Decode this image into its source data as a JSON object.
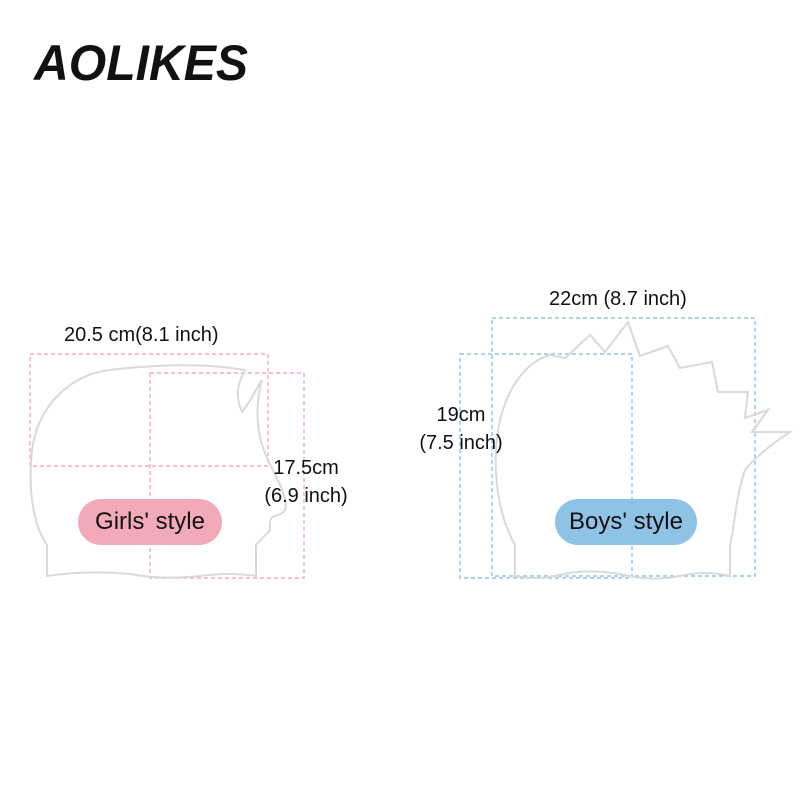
{
  "brand": {
    "logo_text": "AOLIKES",
    "color": "#111111"
  },
  "girls": {
    "style_label": "Girls' style",
    "width_label": "20.5 cm(8.1 inch)",
    "height_label_line1": "17.5cm",
    "height_label_line2": "(6.9 inch)",
    "accent_color": "#f3aab8"
  },
  "boys": {
    "style_label": "Boys' style",
    "width_label": "22cm (8.7 inch)",
    "height_label_line1": "19cm",
    "height_label_line2": "(7.5 inch)",
    "accent_color": "#8fc3e6"
  },
  "colors": {
    "outline": "#d9d9d9",
    "girls_dash": "#f3aab8",
    "boys_dash": "#8fc3e6"
  }
}
